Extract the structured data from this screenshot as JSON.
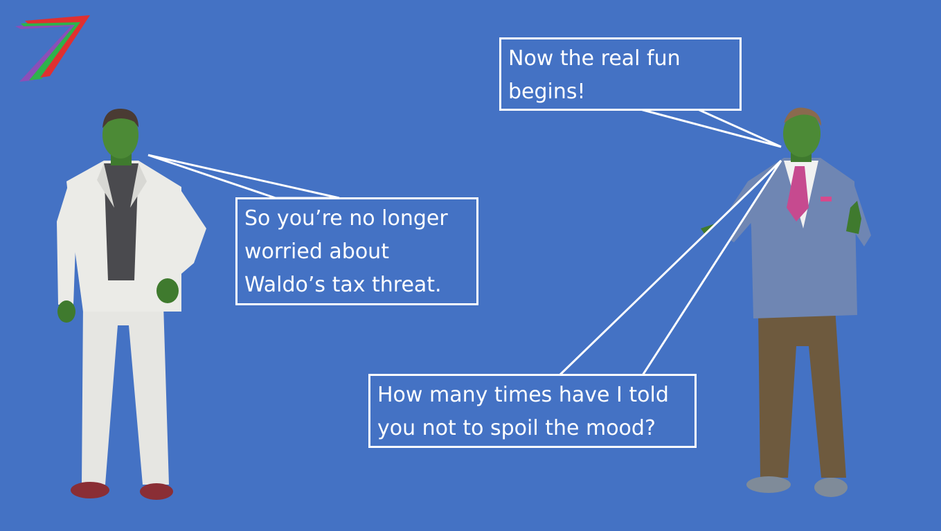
{
  "slide": {
    "background_color": "#4472c4",
    "logo": {
      "icon": "tricolor-seven-logo-icon",
      "colors": [
        "#e03030",
        "#2eb24c",
        "#8b4fb8"
      ]
    },
    "bubbles": [
      {
        "id": "fun",
        "lines": [
          "Now the real fun",
          "begins!"
        ]
      },
      {
        "id": "tax",
        "lines": [
          "So you’re no longer",
          "worried about",
          "Waldo’s tax threat."
        ]
      },
      {
        "id": "mood",
        "lines": [
          "How many times have I told",
          "you not to spoil the mood?"
        ]
      }
    ],
    "characters": [
      {
        "name": "left-character",
        "icon": "man-in-white-suit-figure"
      },
      {
        "name": "right-character",
        "icon": "man-in-blue-blazer-figure"
      }
    ]
  }
}
